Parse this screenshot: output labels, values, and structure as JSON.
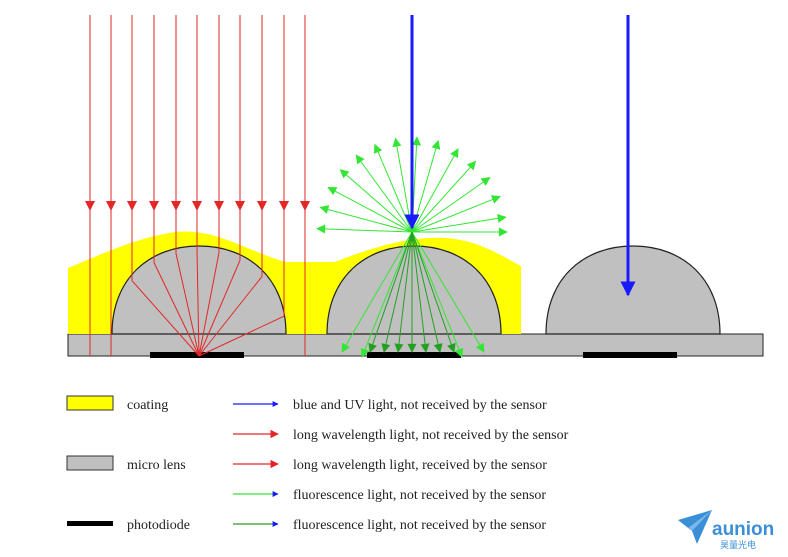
{
  "colors": {
    "coating": "#ffff00",
    "micro_lens": "#c0c0c0",
    "outline": "#222222",
    "photodiode": "#000000",
    "blue_light": "#1a1aff",
    "red_light": "#e32626",
    "fluorescence_light_green": "#33e633",
    "fluorescence_dark_green": "#22a022",
    "logo": "#3a8fd6"
  },
  "legend": {
    "materials": [
      {
        "label": "coating",
        "swatch": "coating-swatch",
        "color": "#ffff00"
      },
      {
        "label": "micro lens",
        "swatch": "micro-lens-swatch",
        "color": "#c0c0c0"
      },
      {
        "label": "photodiode",
        "swatch": "photodiode-swatch",
        "color": "#000000"
      }
    ],
    "rays": [
      {
        "label": "blue and UV light, not received by the sensor",
        "color": "#1a1aff"
      },
      {
        "label": "long wavelength light, not received by the sensor",
        "color": "#e32626"
      },
      {
        "label": "long wavelength light, received by the sensor",
        "color": "#e32626"
      },
      {
        "label": "fluorescence light, not received by the sensor",
        "color": "#33e633"
      },
      {
        "label": "fluorescence light, not received by the sensor",
        "color": "#22a022"
      }
    ]
  },
  "logo": {
    "name": "aunion",
    "subtitle": "昊量光电",
    "icon": "paper-plane-icon"
  }
}
